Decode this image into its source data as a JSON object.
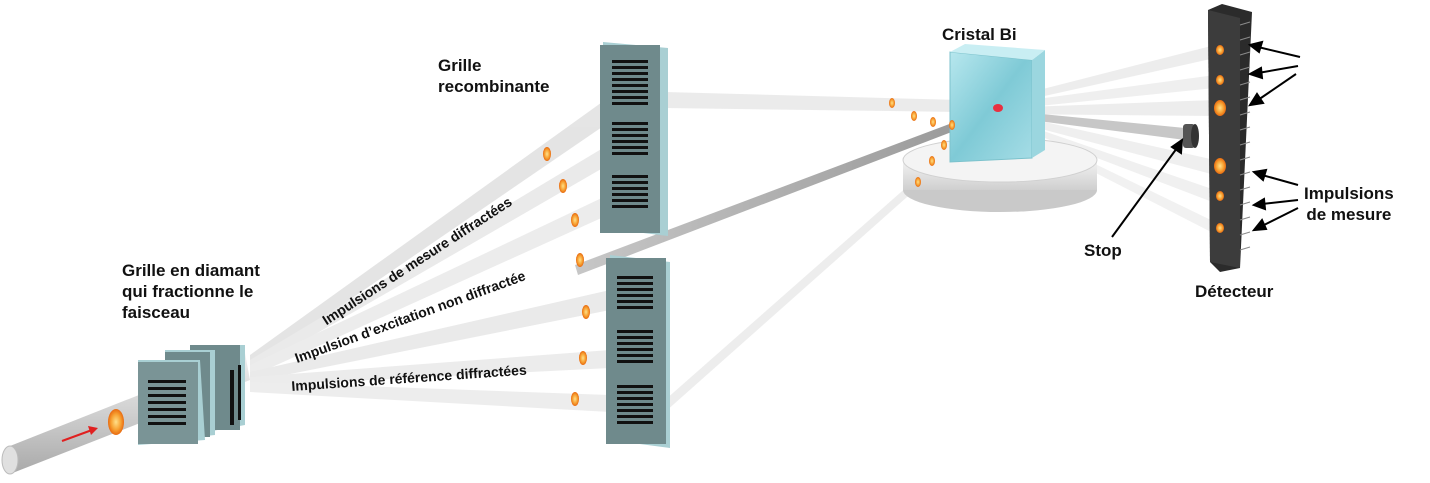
{
  "labels": {
    "grille_diamant_line1": "Grille  en diamant",
    "grille_diamant_line2": "qui fractionne le",
    "grille_diamant_line3": "faisceau",
    "grille_recomb_line1": "Grille",
    "grille_recomb_line2": "recombinante",
    "cristal": "Cristal Bi",
    "stop": "Stop",
    "detecteur": "Détecteur",
    "impulsions_mesure_line1": "Impulsions",
    "impulsions_mesure_line2": "de mesure"
  },
  "beam_labels": {
    "mesure_diffractees": "Impulsions  de mesure  diffractées",
    "excitation_non_diffractee": "Impulsion  d’excitation non diffractée",
    "reference_diffractees": "Impulsions  de référence  diffractées"
  },
  "colors": {
    "grating_face": "#6f8a8c",
    "grating_edge": "#a9cfd3",
    "pulse": "#f39a2b",
    "pulse_core": "#ffcf6a",
    "crystal": "#8fd3de",
    "arrow_red": "#e02020"
  },
  "icons": {
    "grating": "stripe-grating-icon",
    "pulse": "orange-pulse-icon",
    "crystal": "bi-crystal-icon",
    "stop": "beam-stop-icon",
    "detector": "detector-icon"
  }
}
